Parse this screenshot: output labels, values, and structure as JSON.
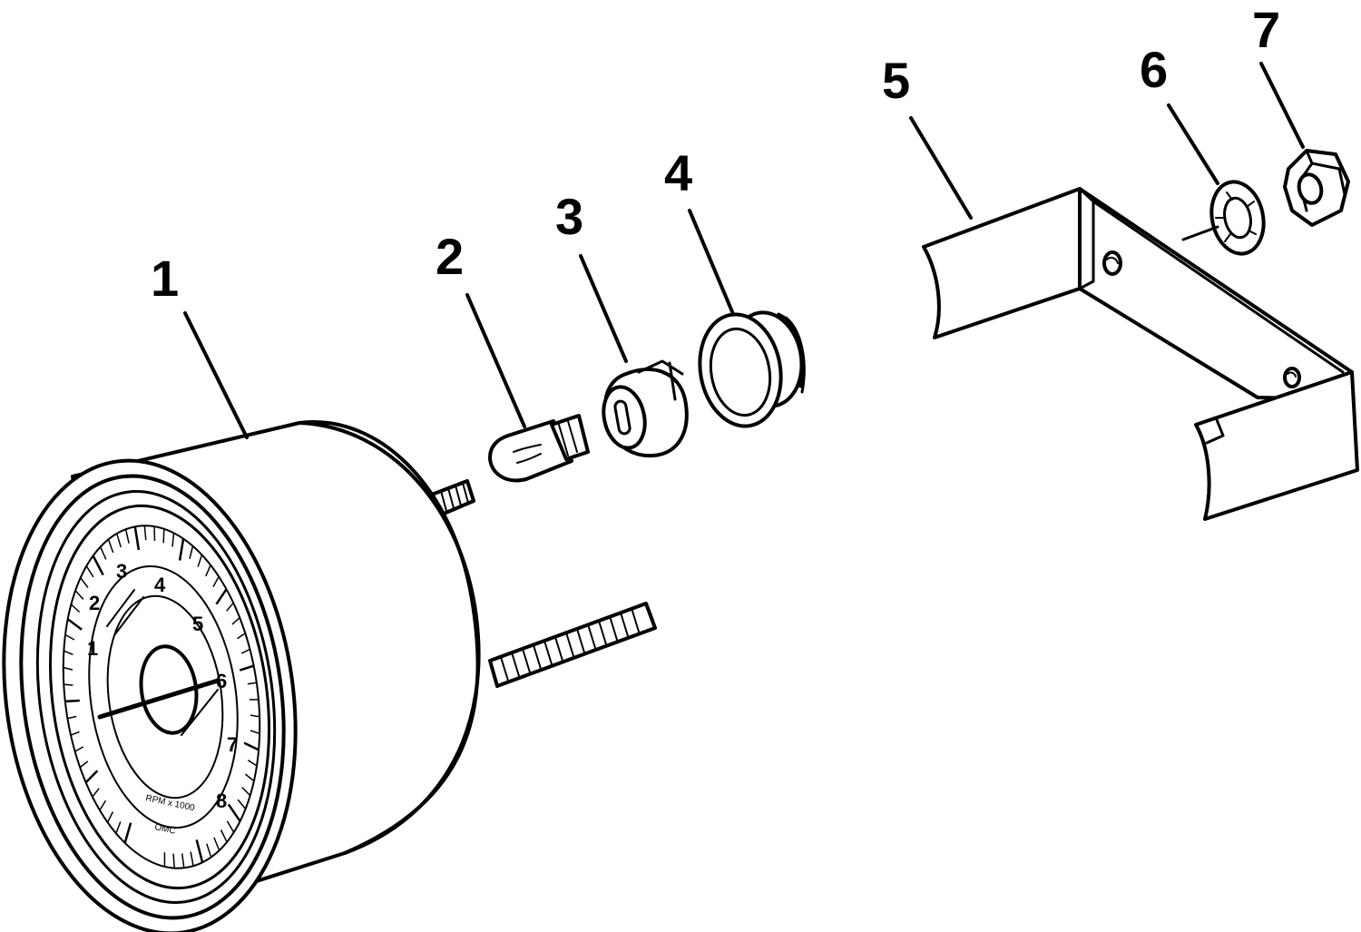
{
  "callouts": [
    {
      "id": "1",
      "label": "1"
    },
    {
      "id": "2",
      "label": "2"
    },
    {
      "id": "3",
      "label": "3"
    },
    {
      "id": "4",
      "label": "4"
    },
    {
      "id": "5",
      "label": "5"
    },
    {
      "id": "6",
      "label": "6"
    },
    {
      "id": "7",
      "label": "7"
    }
  ],
  "dial": {
    "numbers": [
      "1",
      "2",
      "3",
      "4",
      "5",
      "6",
      "7",
      "8"
    ],
    "unit_text": "RPM x 1000",
    "brand_text": "OMC"
  }
}
